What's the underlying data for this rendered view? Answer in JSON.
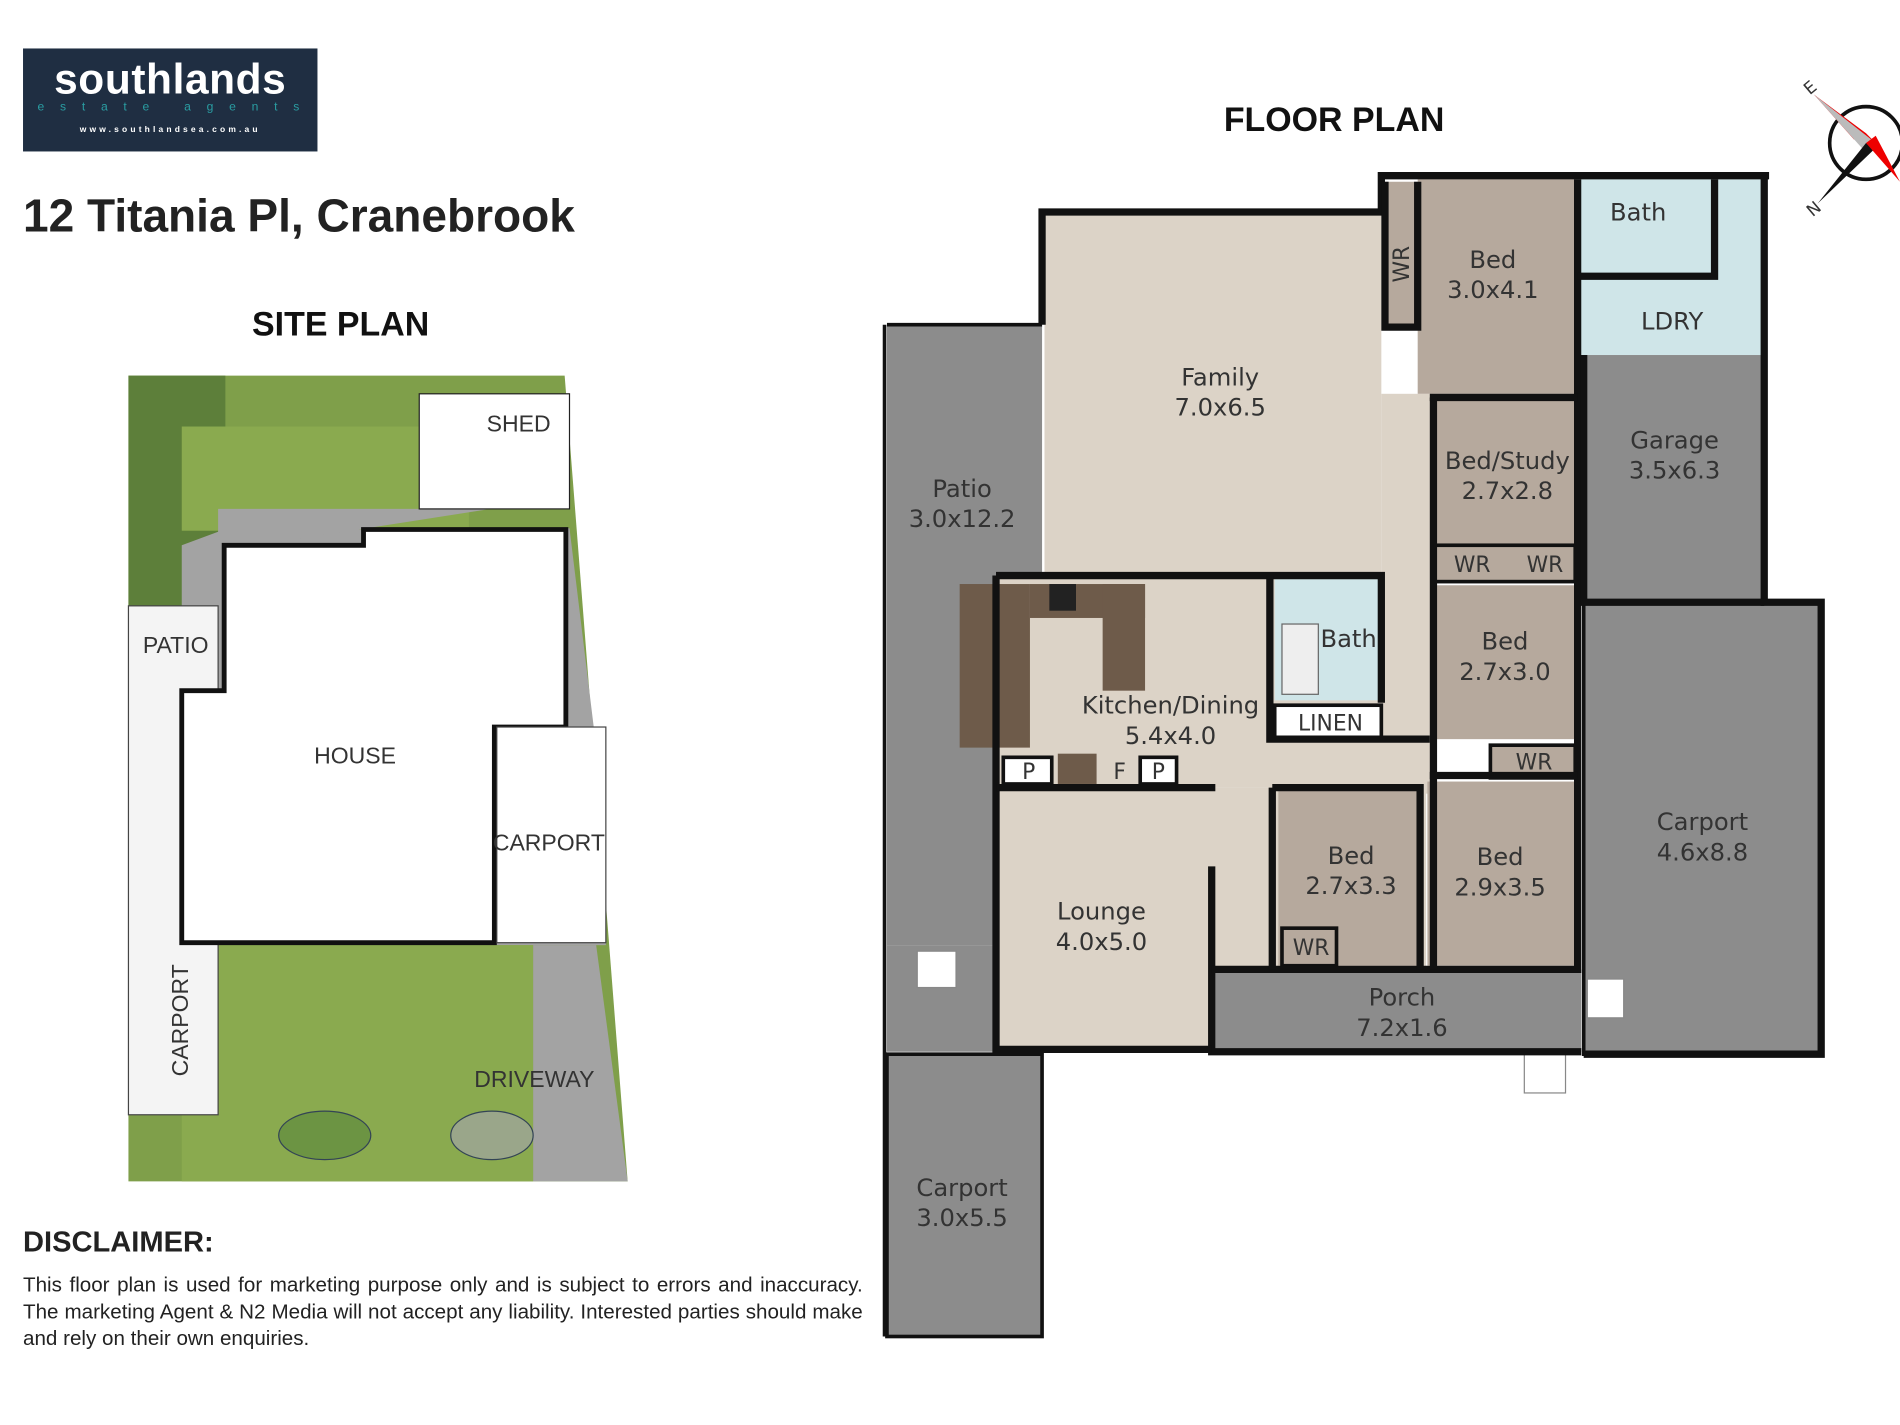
{
  "logo": {
    "brand": "southlands",
    "subtitle": "estate agents",
    "url": "www.southlandsea.com.au"
  },
  "address": "12 Titania Pl, Cranebrook",
  "site_plan": {
    "title": "SITE PLAN",
    "labels": {
      "shed": "SHED",
      "patio": "PATIO",
      "house": "HOUSE",
      "carport_right": "CARPORT",
      "carport_left": "CARPORT",
      "driveway": "DRIVEWAY"
    }
  },
  "floor_plan": {
    "title": "FLOOR PLAN",
    "compass": {
      "north": "N",
      "east": "E"
    },
    "rooms": {
      "family": {
        "name": "Family",
        "dims": "7.0x6.5"
      },
      "patio": {
        "name": "Patio",
        "dims": "3.0x12.2"
      },
      "kitchen": {
        "name": "Kitchen/Dining",
        "dims": "5.4x4.0"
      },
      "lounge": {
        "name": "Lounge",
        "dims": "4.0x5.0"
      },
      "carport_left": {
        "name": "Carport",
        "dims": "3.0x5.5"
      },
      "bed1": {
        "name": "Bed",
        "dims": "3.0x4.1"
      },
      "bath_top": {
        "name": "Bath"
      },
      "ldry": {
        "name": "LDRY"
      },
      "garage": {
        "name": "Garage",
        "dims": "3.5x6.3"
      },
      "bed_study": {
        "name": "Bed/Study",
        "dims": "2.7x2.8"
      },
      "bath_mid": {
        "name": "Bath"
      },
      "linen": {
        "name": "LINEN"
      },
      "bed2": {
        "name": "Bed",
        "dims": "2.7x3.0"
      },
      "bed3": {
        "name": "Bed",
        "dims": "2.7x3.3"
      },
      "bed4": {
        "name": "Bed",
        "dims": "2.9x3.5"
      },
      "porch": {
        "name": "Porch",
        "dims": "7.2x1.6"
      },
      "carport_right": {
        "name": "Carport",
        "dims": "4.6x8.8"
      }
    },
    "small_labels": {
      "wr": "WR",
      "pantry": "P",
      "fridge": "F"
    }
  },
  "disclaimer": {
    "title": "DISCLAIMER:",
    "text": "This floor plan is used for marketing purpose only and is subject to errors and inaccuracy. The marketing Agent & N2 Media will not accept any liability. Interested parties should make and rely on their own enquiries."
  }
}
